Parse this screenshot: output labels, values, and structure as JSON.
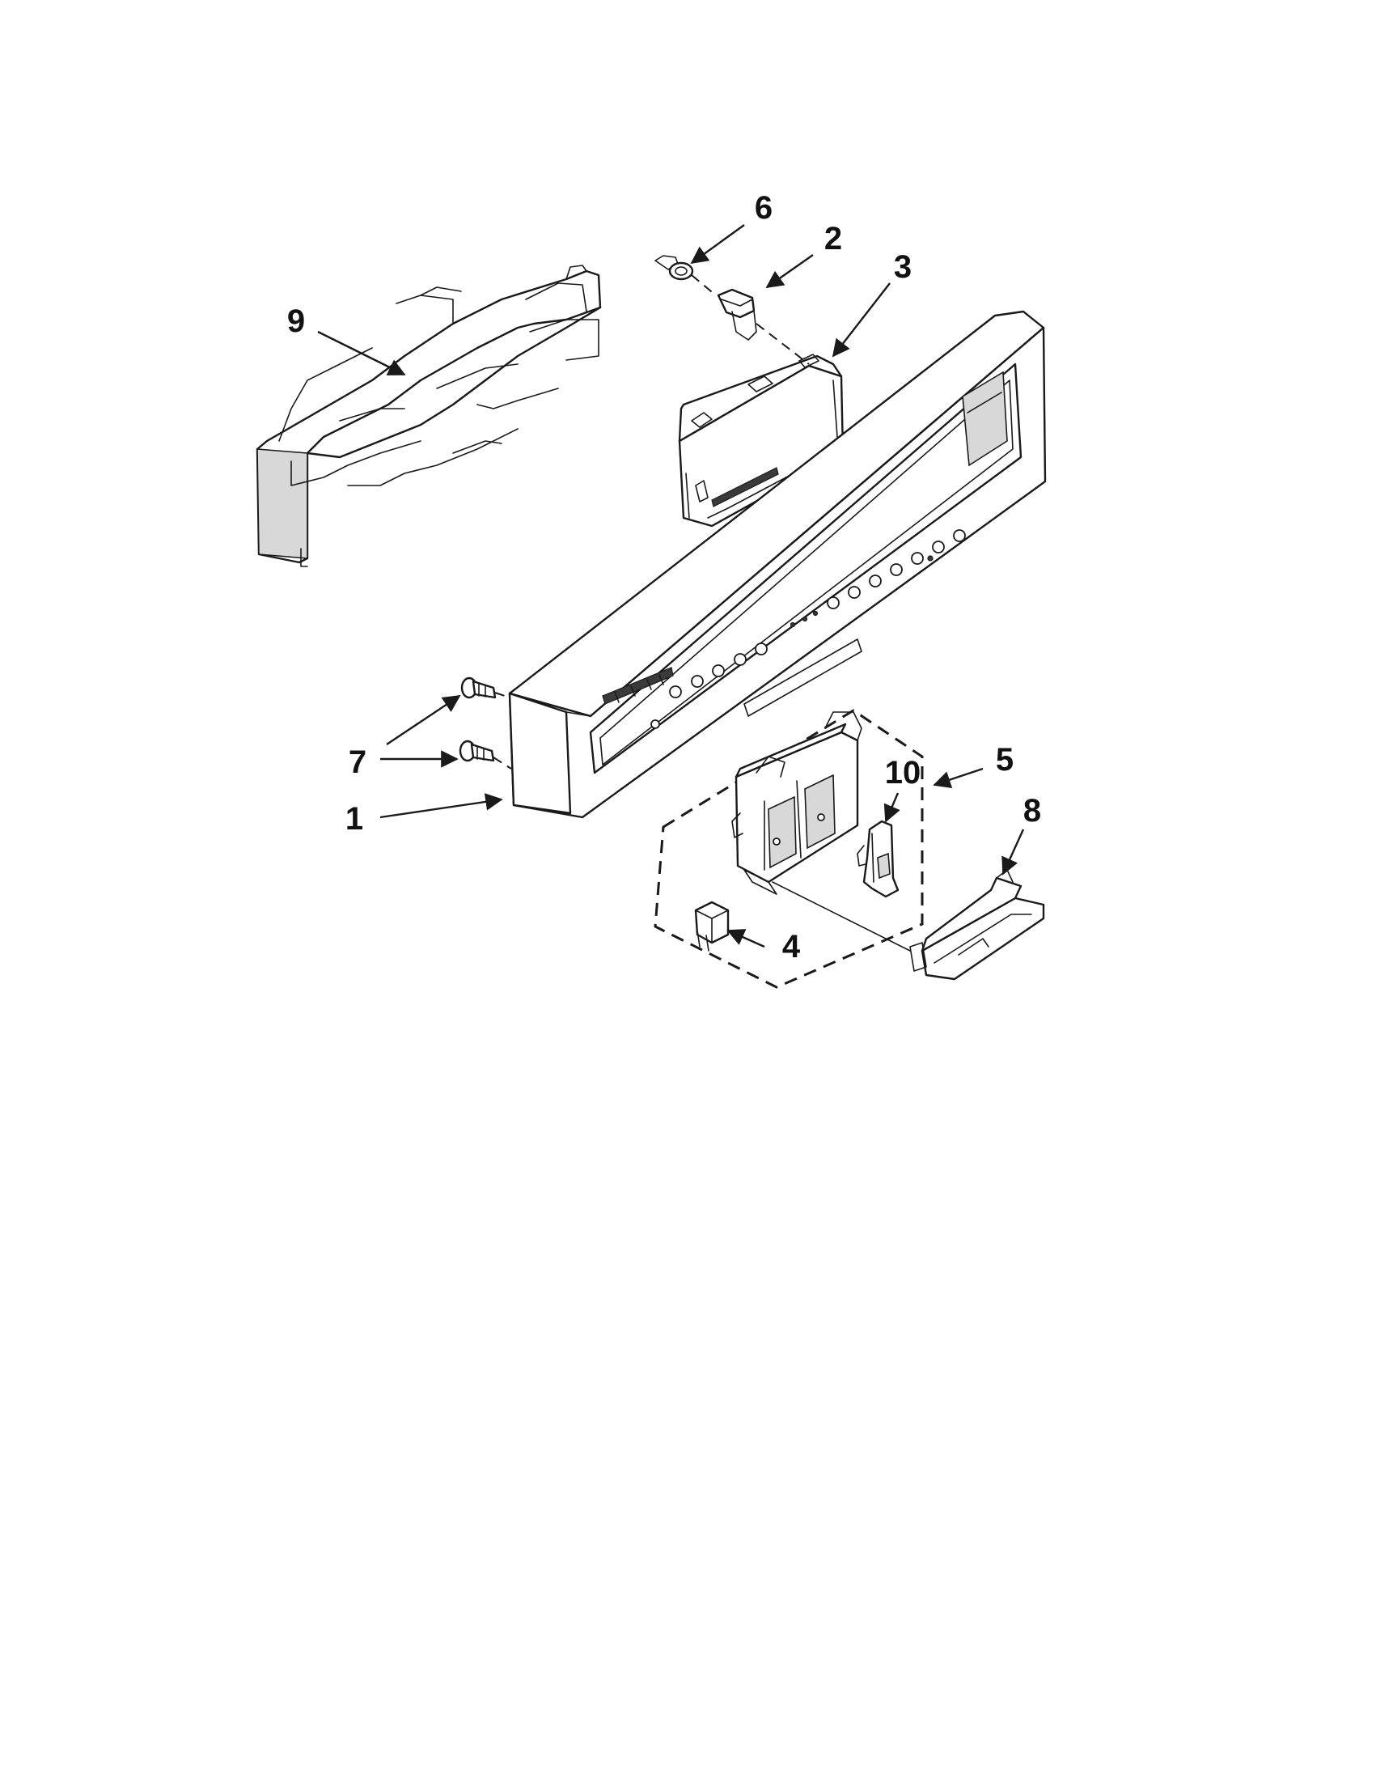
{
  "diagram": {
    "callouts": [
      {
        "id": "callout-6",
        "label": "6"
      },
      {
        "id": "callout-2",
        "label": "2"
      },
      {
        "id": "callout-3",
        "label": "3"
      },
      {
        "id": "callout-9",
        "label": "9"
      },
      {
        "id": "callout-7",
        "label": "7"
      },
      {
        "id": "callout-1",
        "label": "1"
      },
      {
        "id": "callout-5",
        "label": "5"
      },
      {
        "id": "callout-10",
        "label": "10"
      },
      {
        "id": "callout-8",
        "label": "8"
      },
      {
        "id": "callout-4",
        "label": "4"
      }
    ],
    "colors": {
      "line": "#1a1a1a",
      "paper": "#ffffff"
    }
  }
}
